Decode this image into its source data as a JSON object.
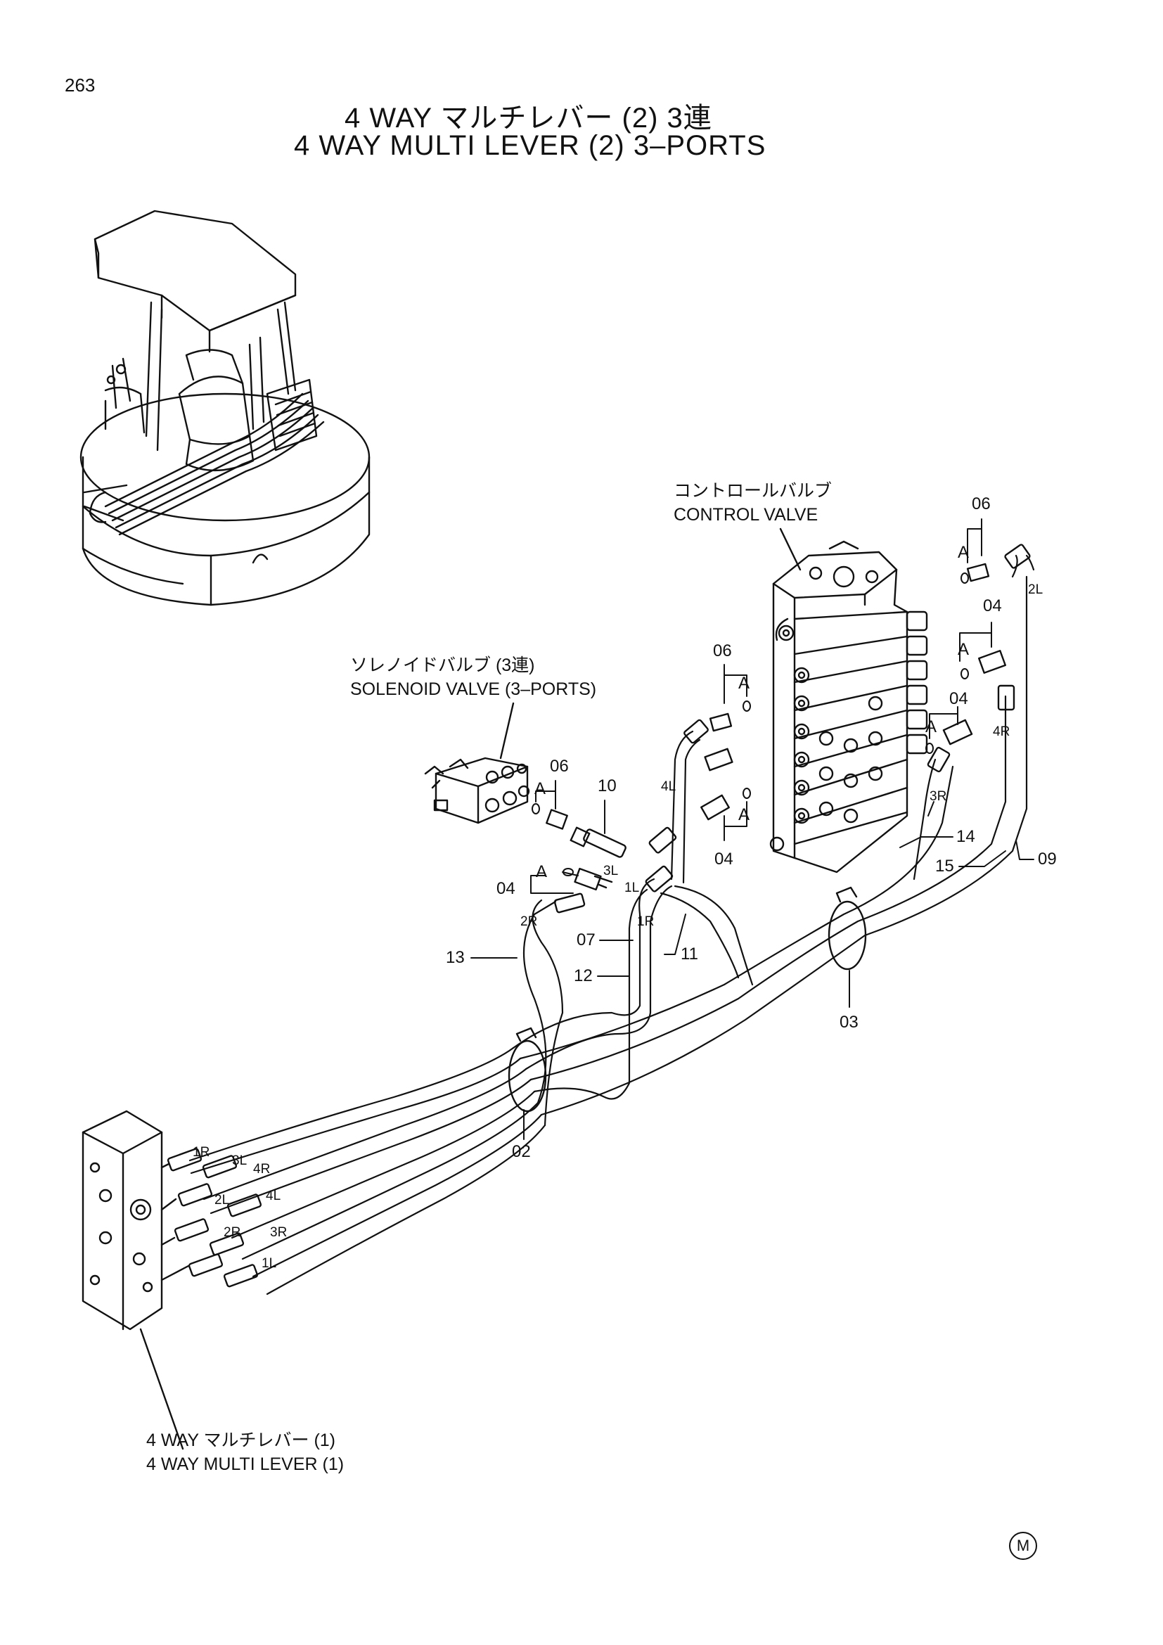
{
  "page_number": "263",
  "title_jp": "4 WAY マルチレバー (2) 3連",
  "title_en": "4 WAY  MULTI  LEVER  (2)  3–PORTS",
  "labels": {
    "control_valve_jp": "コントロールバルブ",
    "control_valve_en": "CONTROL  VALVE",
    "solenoid_valve_jp": "ソレノイドバルブ (3連)",
    "solenoid_valve_en": "SOLENOID  VALVE  (3–PORTS)",
    "multi_lever_jp": "4 WAY マルチレバー (1)",
    "multi_lever_en": "4 WAY  MULTI  LEVER (1)"
  },
  "part_numbers": {
    "p02": "02",
    "p03": "03",
    "p04a": "04",
    "p04b": "04",
    "p04c": "04",
    "p04d": "04",
    "p06a": "06",
    "p06b": "06",
    "p06c": "06",
    "p07": "07",
    "p09": "09",
    "p10": "10",
    "p11": "11",
    "p12": "12",
    "p13": "13",
    "p14": "14",
    "p15": "15"
  },
  "detail_marks": {
    "a1": "A",
    "a2": "A",
    "a3": "A",
    "a4": "A",
    "a5": "A",
    "a6": "A"
  },
  "port_labels": {
    "l2L": "2L",
    "l4R": "4R",
    "l3R": "3R",
    "l4L": "4L",
    "l3L": "3L",
    "l1L": "1L",
    "l1R": "1R",
    "l2R": "2R",
    "m1R": "1R",
    "m3L": "3L",
    "m4R": "4R",
    "m2L": "2L",
    "m4L": "4L",
    "m2R": "2R",
    "m3R": "3R",
    "m1L": "1L"
  },
  "maker_mark": "M"
}
